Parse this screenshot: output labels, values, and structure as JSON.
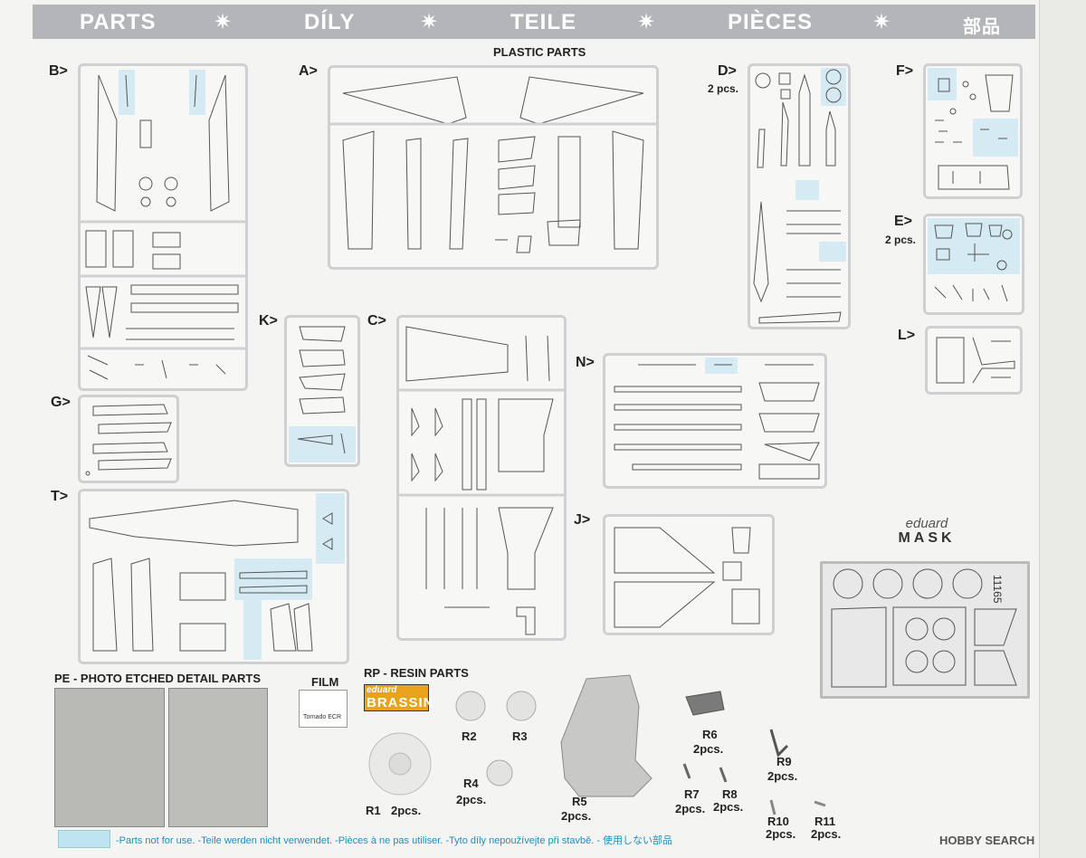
{
  "header": {
    "items": [
      "PARTS",
      "DÍLY",
      "TEILE",
      "PIÈCES",
      "部品"
    ],
    "star": "✷"
  },
  "plastic_parts_title": "PLASTIC PARTS",
  "sprues": {
    "A": "A>",
    "B": "B>",
    "C": "C>",
    "D": "D>",
    "D_qty": "2 pcs.",
    "E": "E>",
    "E_qty": "2 pcs.",
    "F": "F>",
    "G": "G>",
    "J": "J>",
    "K": "K>",
    "L": "L>",
    "N": "N>",
    "T": "T>"
  },
  "pe_title": "PE - PHOTO ETCHED DETAIL PARTS",
  "film_title": "FILM",
  "film_label": "Tornado ECR",
  "rp_title": "RP - RESIN PARTS",
  "brassin": {
    "top": "eduard",
    "bottom": "BRASSIN"
  },
  "resin_parts": [
    {
      "name": "R1",
      "qty": "2pcs."
    },
    {
      "name": "R2",
      "qty": ""
    },
    {
      "name": "R3",
      "qty": ""
    },
    {
      "name": "R4",
      "qty": "2pcs."
    },
    {
      "name": "R5",
      "qty": "2pcs."
    },
    {
      "name": "R6",
      "qty": "2pcs."
    },
    {
      "name": "R7",
      "qty": "2pcs."
    },
    {
      "name": "R8",
      "qty": "2pcs."
    },
    {
      "name": "R9",
      "qty": "2pcs."
    },
    {
      "name": "R10",
      "qty": "2pcs."
    },
    {
      "name": "R11",
      "qty": "2pcs."
    }
  ],
  "mask": {
    "brand": "eduard",
    "word": "MASK",
    "code": "11165"
  },
  "legend": {
    "text": "-Parts not for use. -Teile werden nicht verwendet. -Pièces à ne pas utiliser. -Tyto díly nepoužívejte při stavbě. - 使用しない部品",
    "color": "#bfe3f0"
  },
  "watermark": "HOBBY SEARCH"
}
